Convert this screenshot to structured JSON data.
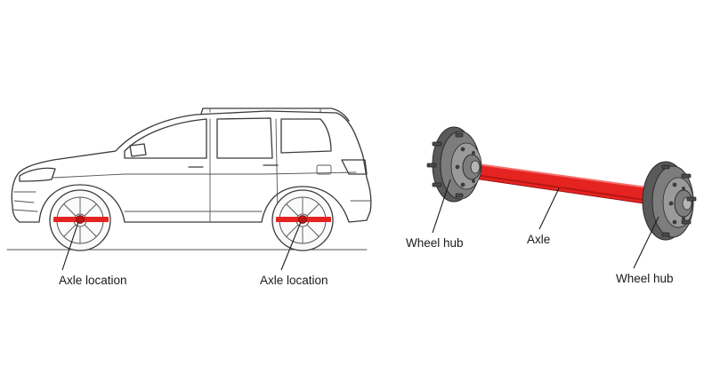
{
  "labels": {
    "front_axle": "Axle location",
    "rear_axle": "Axle location",
    "left_hub": "Wheel hub",
    "axle": "Axle",
    "right_hub": "Wheel hub"
  },
  "colors": {
    "axle": "#e52421",
    "axle_dark": "#b81614",
    "line": "#3a3a3a",
    "hub": "#6e6e6e"
  }
}
